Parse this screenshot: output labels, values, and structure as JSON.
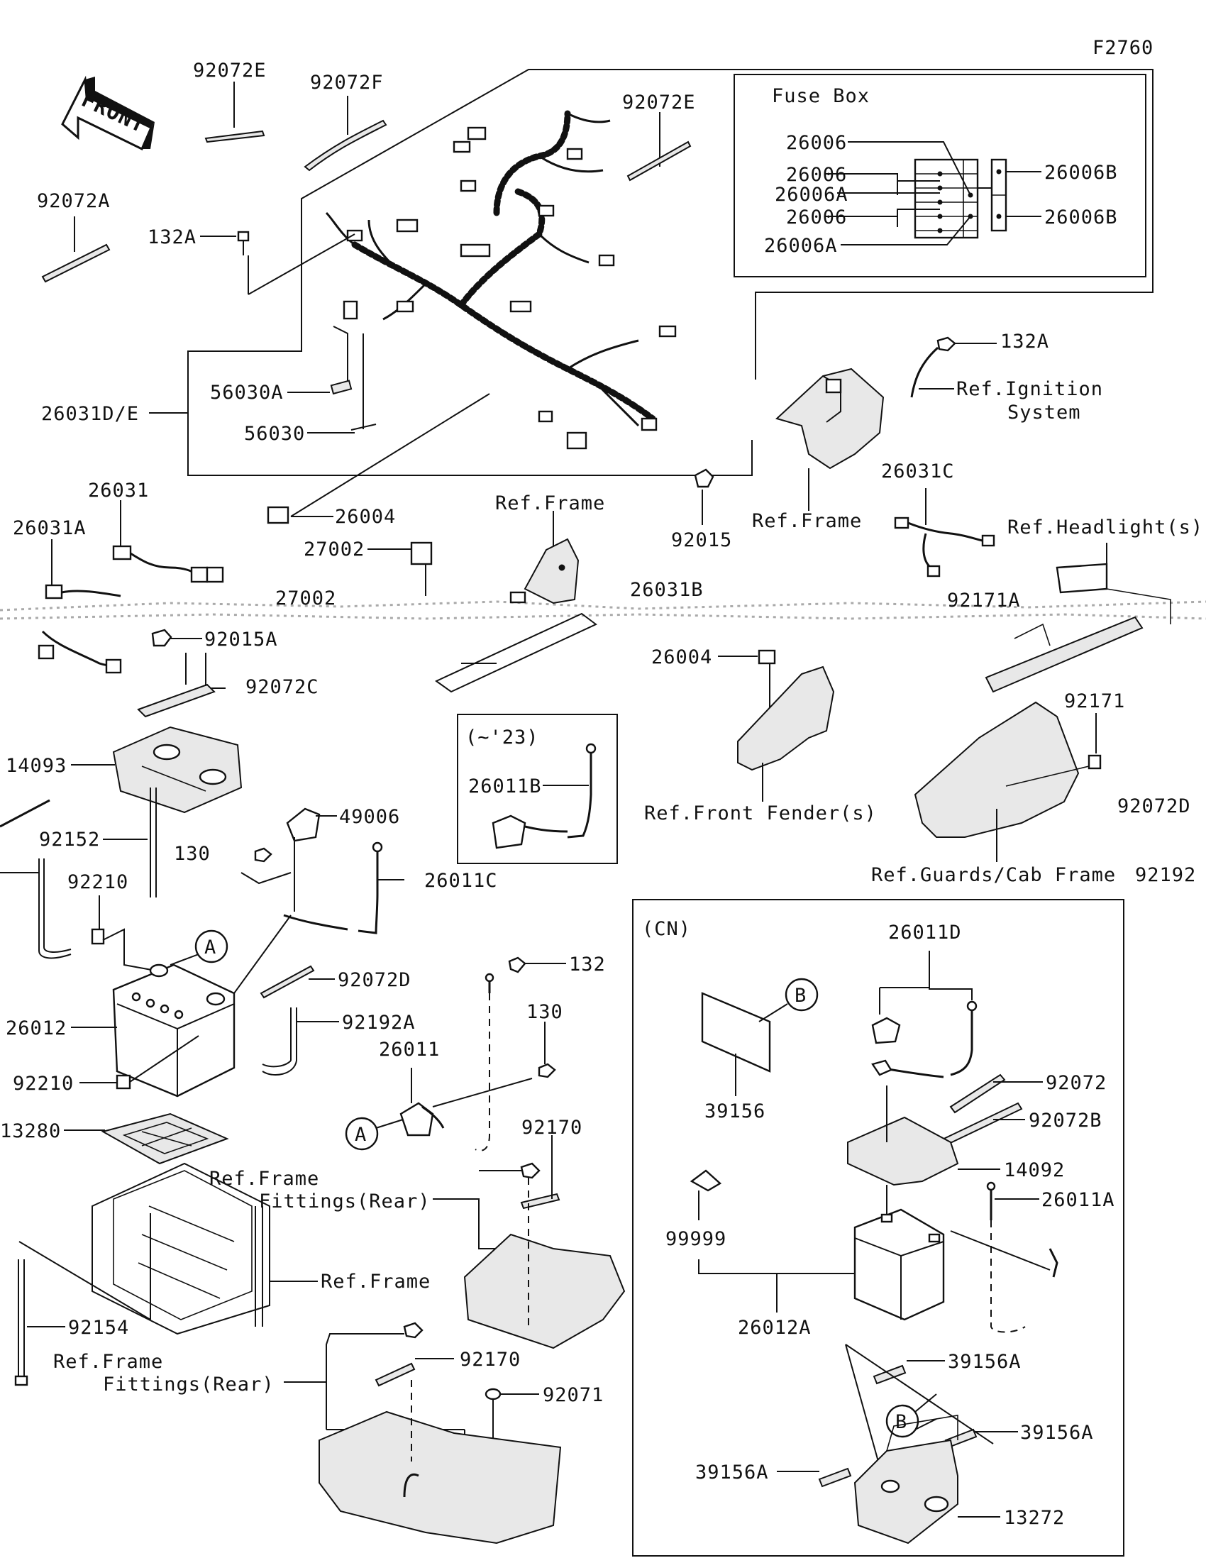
{
  "figure_code": "F2760",
  "front_arrow": "FRONT",
  "labels": [
    {
      "id": "l92072E_a",
      "text": "92072E"
    },
    {
      "id": "l92072F",
      "text": "92072F"
    },
    {
      "id": "l92072E_b",
      "text": "92072E"
    },
    {
      "id": "l92072A",
      "text": "92072A"
    },
    {
      "id": "l132A_a",
      "text": "132A"
    },
    {
      "id": "l56030A",
      "text": "56030A"
    },
    {
      "id": "l26031DE",
      "text": "26031D/E"
    },
    {
      "id": "l56030",
      "text": "56030"
    },
    {
      "id": "l132A_b",
      "text": "132A"
    },
    {
      "id": "lRefIgn1",
      "text": "Ref.Ignition"
    },
    {
      "id": "lRefIgn2",
      "text": "System"
    },
    {
      "id": "l26031",
      "text": "26031"
    },
    {
      "id": "l26031A",
      "text": "26031A"
    },
    {
      "id": "l26004_a",
      "text": "26004"
    },
    {
      "id": "l27002_a",
      "text": "27002"
    },
    {
      "id": "l27002_b",
      "text": "27002"
    },
    {
      "id": "lRefFrame_a",
      "text": "Ref.Frame"
    },
    {
      "id": "l92015",
      "text": "92015"
    },
    {
      "id": "lRefFrame_b",
      "text": "Ref.Frame"
    },
    {
      "id": "l26031C",
      "text": "26031C"
    },
    {
      "id": "lRefHead",
      "text": "Ref.Headlight(s)"
    },
    {
      "id": "l26031B",
      "text": "26031B"
    },
    {
      "id": "l92171A",
      "text": "92171A"
    },
    {
      "id": "l26004_b",
      "text": "26004"
    },
    {
      "id": "l92015A",
      "text": "92015A"
    },
    {
      "id": "l92072C",
      "text": "92072C"
    },
    {
      "id": "l14093",
      "text": "14093"
    },
    {
      "id": "l23",
      "text": "(~'23)"
    },
    {
      "id": "l26011B",
      "text": "26011B"
    },
    {
      "id": "lRefFender",
      "text": "Ref.Front Fender(s)"
    },
    {
      "id": "l92171",
      "text": "92171"
    },
    {
      "id": "l92072D_a",
      "text": "92072D"
    },
    {
      "id": "l92152",
      "text": "92152"
    },
    {
      "id": "l49006",
      "text": "49006"
    },
    {
      "id": "l130_a",
      "text": "130"
    },
    {
      "id": "l26011C",
      "text": "26011C"
    },
    {
      "id": "lRefGuards",
      "text": "Ref.Guards/Cab Frame"
    },
    {
      "id": "l92192",
      "text": "92192"
    },
    {
      "id": "l92210_a",
      "text": "92210"
    },
    {
      "id": "lA_a",
      "text": "A"
    },
    {
      "id": "l92072D_b",
      "text": "92072D"
    },
    {
      "id": "l132",
      "text": "132"
    },
    {
      "id": "l26012",
      "text": "26012"
    },
    {
      "id": "l92192A",
      "text": "92192A"
    },
    {
      "id": "l130_b",
      "text": "130"
    },
    {
      "id": "l26011",
      "text": "26011"
    },
    {
      "id": "l92210_b",
      "text": "92210"
    },
    {
      "id": "lA_b",
      "text": "A"
    },
    {
      "id": "l13280",
      "text": "13280"
    },
    {
      "id": "l92170_a",
      "text": "92170"
    },
    {
      "id": "lRefFF1_a",
      "text": "Ref.Frame"
    },
    {
      "id": "lRefFF2_a",
      "text": "Fittings(Rear)"
    },
    {
      "id": "lRefFrame_c",
      "text": "Ref.Frame"
    },
    {
      "id": "l92154",
      "text": "92154"
    },
    {
      "id": "lRefFF1_b",
      "text": "Ref.Frame"
    },
    {
      "id": "lRefFF2_b",
      "text": "Fittings(Rear)"
    },
    {
      "id": "l92170_b",
      "text": "92170"
    },
    {
      "id": "l92071",
      "text": "92071"
    },
    {
      "id": "lFuseBox",
      "text": "Fuse Box"
    },
    {
      "id": "l26006_a",
      "text": "26006"
    },
    {
      "id": "l26006_b",
      "text": "26006"
    },
    {
      "id": "l26006A_a",
      "text": "26006A"
    },
    {
      "id": "l26006_c",
      "text": "26006"
    },
    {
      "id": "l26006A_b",
      "text": "26006A"
    },
    {
      "id": "l26006B_a",
      "text": "26006B"
    },
    {
      "id": "l26006B_b",
      "text": "26006B"
    },
    {
      "id": "lCN",
      "text": "(CN)"
    },
    {
      "id": "l26011D",
      "text": "26011D"
    },
    {
      "id": "lB_a",
      "text": "B"
    },
    {
      "id": "l39156",
      "text": "39156"
    },
    {
      "id": "l92072",
      "text": "92072"
    },
    {
      "id": "l92072B",
      "text": "92072B"
    },
    {
      "id": "l14092",
      "text": "14092"
    },
    {
      "id": "l26011A",
      "text": "26011A"
    },
    {
      "id": "l99999",
      "text": "99999"
    },
    {
      "id": "l26012A",
      "text": "26012A"
    },
    {
      "id": "l39156A_a",
      "text": "39156A"
    },
    {
      "id": "lB_b",
      "text": "B"
    },
    {
      "id": "l39156A_b",
      "text": "39156A"
    },
    {
      "id": "l39156A_c",
      "text": "39156A"
    },
    {
      "id": "l13272",
      "text": "13272"
    }
  ]
}
